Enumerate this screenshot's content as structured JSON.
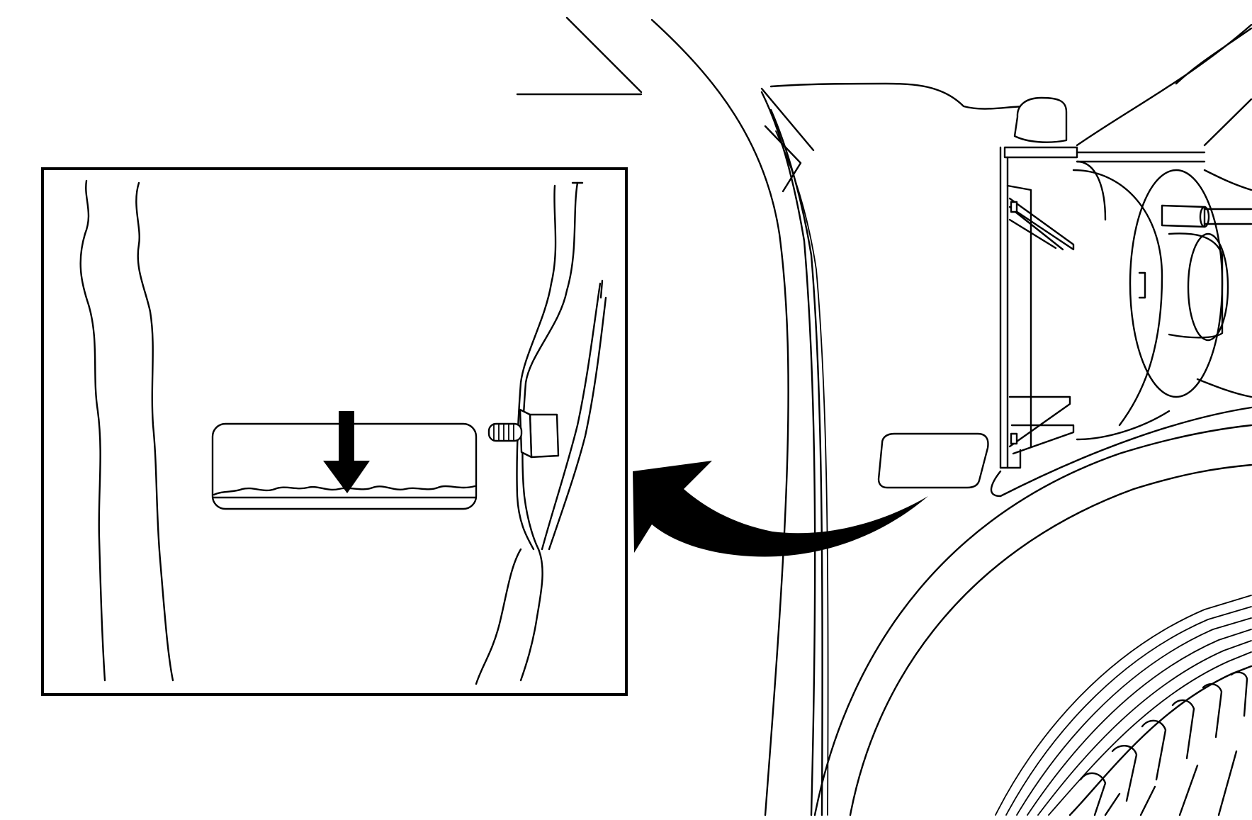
{
  "figure": {
    "kind": "technical-line-illustration",
    "colors": {
      "line": "#000000",
      "background": "#ffffff"
    },
    "parts": {
      "detail_inset": "detail-inset-frame",
      "callout_arrow": "curved-callout-arrow",
      "level_indicator": "fluid-level-window",
      "down_arrow": "down-arrow-icon",
      "fastener": "stud-bolt",
      "reservoir": "reservoir-bracket",
      "label_plate": "blank-label-plate",
      "wheel": "tire-tread"
    }
  }
}
